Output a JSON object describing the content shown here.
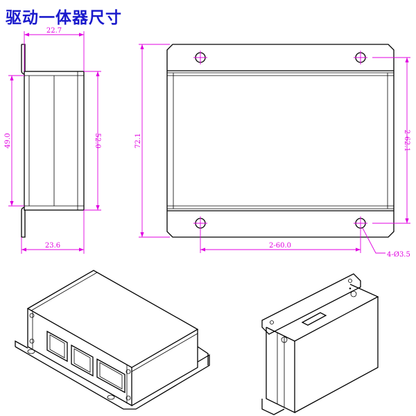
{
  "title": "驱动一体器尺寸",
  "side_view": {
    "top_width": "22.7",
    "inner_height": "49.0",
    "outer_height": "52.0",
    "bottom_width": "23.6"
  },
  "top_view": {
    "total_height": "72.1",
    "hole_pitch_vertical": "2-62.1",
    "hole_pitch_horizontal": "2-60.0",
    "hole_callout": "4-Ø3.5"
  },
  "colors": {
    "title": "#1a1acc",
    "dimension": "#e000e0",
    "line": "#000000"
  }
}
